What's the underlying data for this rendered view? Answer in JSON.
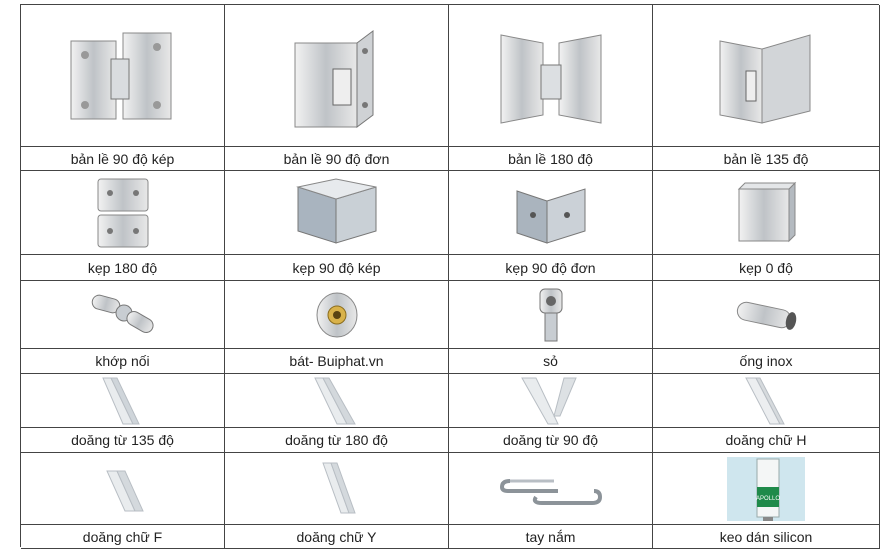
{
  "rows": [
    {
      "labels": [
        "bản lề 90 độ kép",
        "bản lề 90 độ đơn",
        "bản lề 180 độ",
        "bản lề 135 độ"
      ],
      "icons": [
        "hinge-90-double-icon",
        "hinge-90-single-icon",
        "hinge-180-icon",
        "hinge-135-icon"
      ]
    },
    {
      "labels": [
        "kẹp 180 độ",
        "kẹp 90 độ kép",
        "kẹp 90 độ đơn",
        "kẹp 0 độ"
      ],
      "icons": [
        "clamp-180-icon",
        "clamp-90-double-icon",
        "clamp-90-single-icon",
        "clamp-0-icon"
      ]
    },
    {
      "labels": [
        "khớp nối",
        "bát- Buiphat.vn",
        "sỏ",
        "ống inox"
      ],
      "icons": [
        "joint-icon",
        "bracket-icon",
        "socket-icon",
        "inox-tube-icon"
      ]
    },
    {
      "labels": [
        "doăng từ 135 độ",
        "doăng từ 180 độ",
        "doăng từ 90 độ",
        "doăng chữ H"
      ],
      "icons": [
        "magnetic-seal-135-icon",
        "magnetic-seal-180-icon",
        "magnetic-seal-90-icon",
        "h-seal-icon"
      ]
    },
    {
      "labels": [
        "doăng chữ F",
        "doăng chữ Y",
        "tay nắm",
        "keo dán silicon"
      ],
      "icons": [
        "f-seal-icon",
        "y-seal-icon",
        "handle-icon",
        "silicone-glue-icon"
      ]
    }
  ],
  "silicone_tube_text": "APOLLO"
}
